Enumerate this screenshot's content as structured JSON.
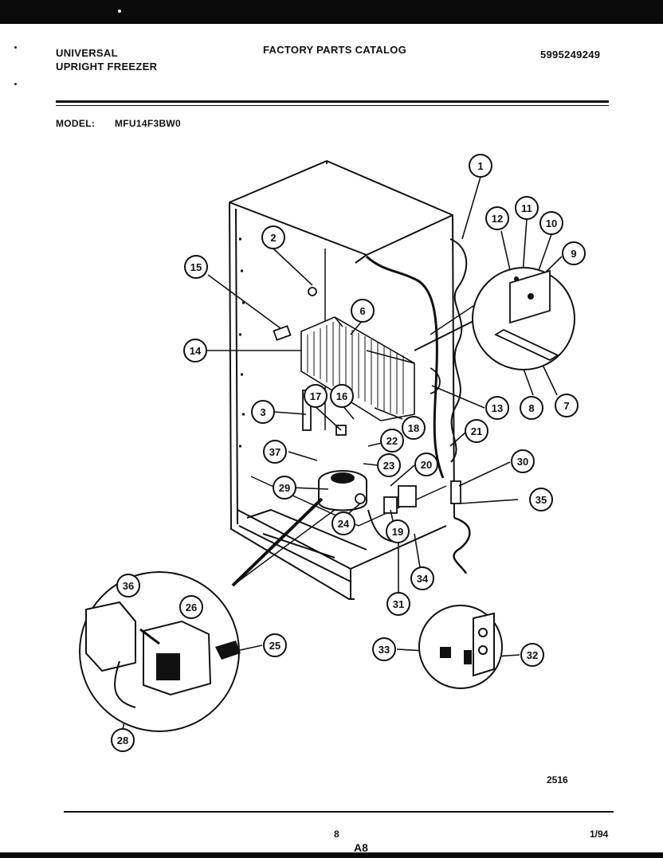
{
  "header": {
    "brand": "UNIVERSAL",
    "product": "UPRIGHT FREEZER",
    "catalog_title": "FACTORY PARTS CATALOG",
    "catalog_number": "5995249249",
    "model_label": "MODEL:",
    "model_value": "MFU14F3BW0"
  },
  "diagram": {
    "callouts": [
      "1",
      "2",
      "3",
      "6",
      "7",
      "8",
      "9",
      "10",
      "11",
      "12",
      "13",
      "14",
      "15",
      "16",
      "17",
      "18",
      "19",
      "20",
      "21",
      "22",
      "23",
      "24",
      "25",
      "26",
      "28",
      "29",
      "30",
      "31",
      "32",
      "33",
      "34",
      "35",
      "36",
      "37"
    ]
  },
  "footer": {
    "figure_code": "2516",
    "page_number": "8",
    "date": "1/94",
    "section": "A8"
  }
}
